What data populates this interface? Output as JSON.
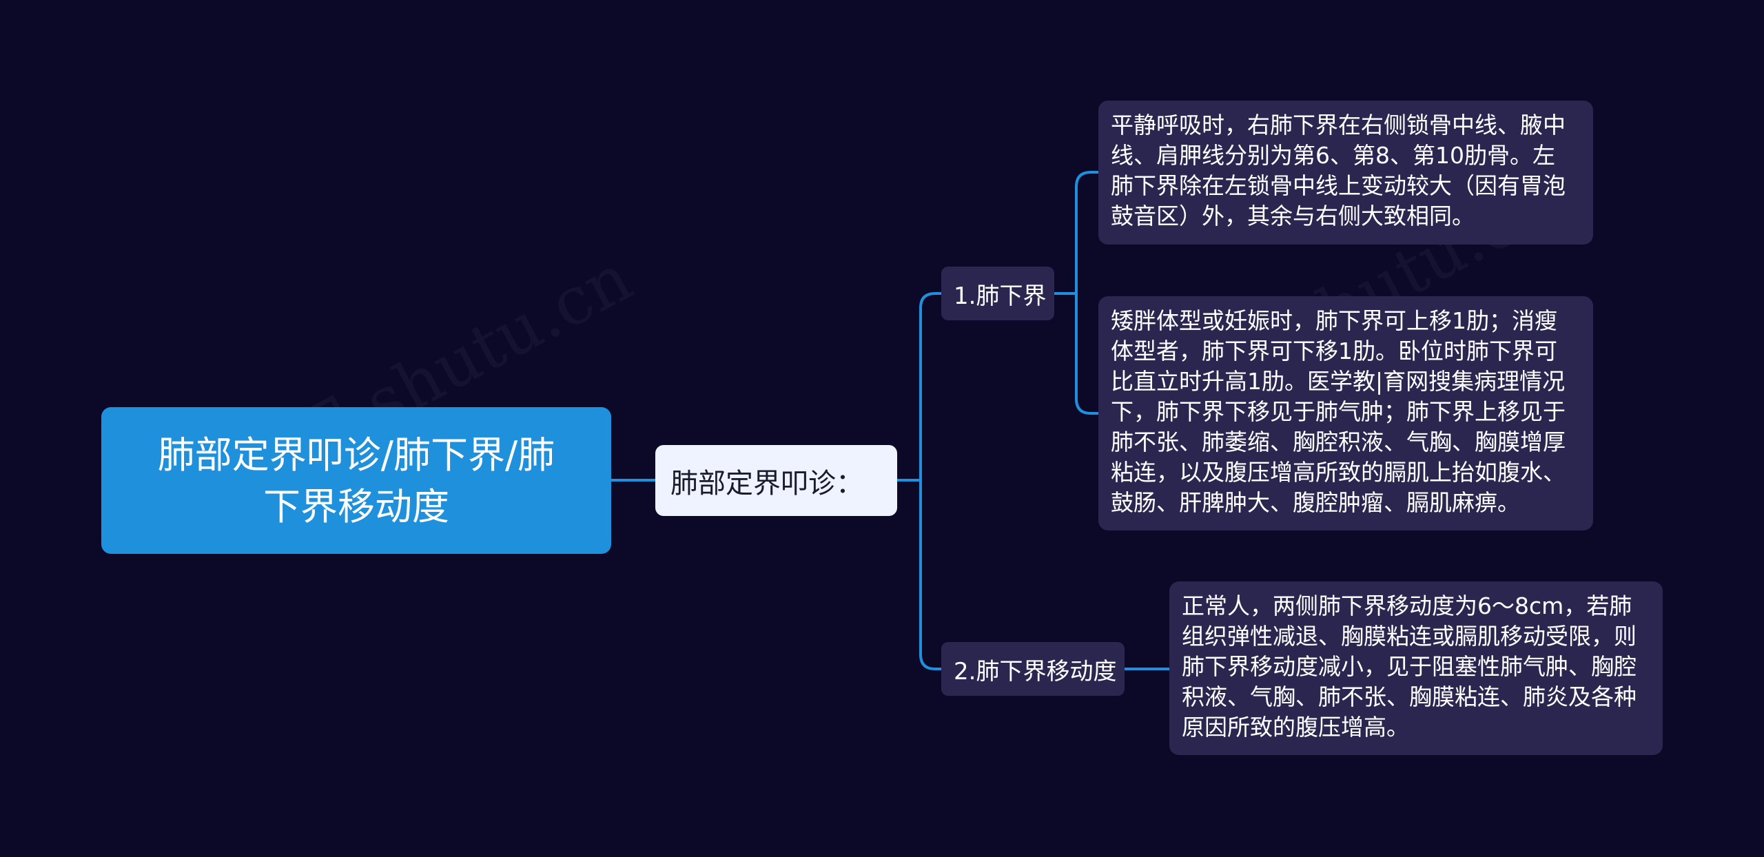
{
  "watermark_text": "树图 shutu.cn",
  "root": {
    "lines": [
      "肺部定界叩诊/肺下界/肺",
      "下界移动度"
    ]
  },
  "main_topic": "肺部定界叩诊：",
  "branches": [
    {
      "label": "1.肺下界",
      "details": [
        {
          "lines": [
            "平静呼吸时，右肺下界在右侧锁骨中线、腋中",
            "线、肩胛线分别为第6、第8、第10肋骨。左",
            "肺下界除在左锁骨中线上变动较大（因有胃泡",
            "鼓音区）外，其余与右侧大致相同。"
          ]
        },
        {
          "lines": [
            "矮胖体型或妊娠时，肺下界可上移1肋；消瘦",
            "体型者，肺下界可下移1肋。卧位时肺下界可",
            "比直立时升高1肋。医学教|育网搜集病理情况",
            "下，肺下界下移见于肺气肿；肺下界上移见于",
            "肺不张、肺萎缩、胸腔积液、气胸、胸膜增厚",
            "粘连，以及腹压增高所致的膈肌上抬如腹水、",
            "鼓肠、肝脾肿大、腹腔肿瘤、膈肌麻痹。"
          ]
        }
      ]
    },
    {
      "label": "2.肺下界移动度",
      "details": [
        {
          "lines": [
            "正常人，两侧肺下界移动度为6～8cm，若肺",
            "组织弹性减退、胸膜粘连或膈肌移动受限，则",
            "肺下界移动度减小，见于阻塞性肺气肿、胸腔",
            "积液、气胸、肺不张、胸膜粘连、肺炎及各种",
            "原因所致的腹压增高。"
          ]
        }
      ]
    }
  ],
  "colors": {
    "background": "#0b0828",
    "root": "#1e90dc",
    "main_topic": "#eef3ff",
    "node": "#2b2650",
    "connector": "#1e90dc"
  }
}
